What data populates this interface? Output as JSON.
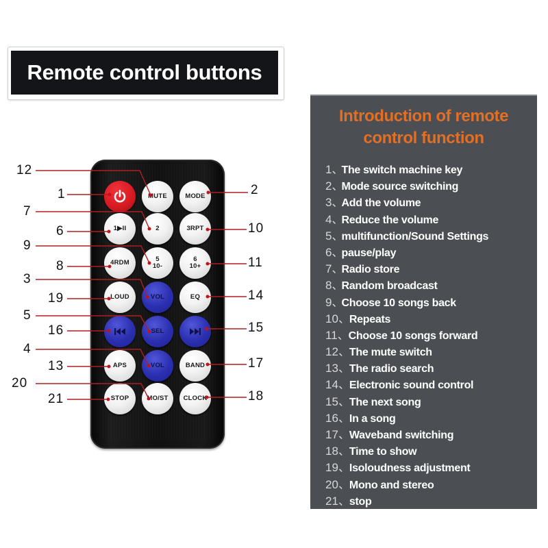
{
  "header": {
    "title": "Remote control buttons"
  },
  "panel": {
    "title_line1": "Introduction of remote",
    "title_line2": "control function",
    "separator": "、",
    "functions": [
      {
        "num": "1",
        "label": "The switch machine key"
      },
      {
        "num": "2",
        "label": "Mode source switching"
      },
      {
        "num": "3",
        "label": "Add the volume"
      },
      {
        "num": "4",
        "label": "Reduce the volume"
      },
      {
        "num": "5",
        "label": "multifunction/Sound Settings"
      },
      {
        "num": "6",
        "label": "pause/play"
      },
      {
        "num": "7",
        "label": "Radio store"
      },
      {
        "num": "8",
        "label": "Random broadcast"
      },
      {
        "num": "9",
        "label": "Choose 10 songs back"
      },
      {
        "num": "10",
        "label": "Repeats"
      },
      {
        "num": "11",
        "label": "Choose 10 songs forward"
      },
      {
        "num": "12",
        "label": "The mute switch"
      },
      {
        "num": "13",
        "label": "The radio search"
      },
      {
        "num": "14",
        "label": "Electronic sound control"
      },
      {
        "num": "15",
        "label": "The next song"
      },
      {
        "num": "16",
        "label": "In a song"
      },
      {
        "num": "17",
        "label": "Waveband switching"
      },
      {
        "num": "18",
        "label": "Time to show"
      },
      {
        "num": "19",
        "label": "Isoloudness adjustment"
      },
      {
        "num": "20",
        "label": "Mono and stereo"
      },
      {
        "num": "21",
        "label": "stop"
      }
    ]
  },
  "remote": {
    "buttons": {
      "power": {
        "icon": "power-icon",
        "callout": "1",
        "color": "#d81b22"
      },
      "mute": {
        "label": "MUTE",
        "callout": "12"
      },
      "mode": {
        "label": "MODE",
        "callout": "2"
      },
      "b1": {
        "label": "1▶II",
        "callout": "6"
      },
      "b2": {
        "label": "2",
        "callout": "7"
      },
      "b3": {
        "label": "3RPT",
        "callout": "10"
      },
      "b4": {
        "label": "4RDM",
        "callout": "8"
      },
      "b5": {
        "label": "5",
        "sub": "10-",
        "callout": "9"
      },
      "b6": {
        "label": "6",
        "sub": "10+",
        "callout": "11"
      },
      "loud": {
        "label": "LOUD",
        "callout": "19"
      },
      "volup": {
        "label": "VOL",
        "callout": "3",
        "color": "#2a2fb0"
      },
      "eq": {
        "label": "EQ",
        "callout": "14"
      },
      "prev": {
        "label": "⏮",
        "icon": "previous-track-icon",
        "callout": "16",
        "color": "#2a2fb0"
      },
      "sel": {
        "label": "SEL",
        "callout": "5",
        "color": "#2a2fb0"
      },
      "next": {
        "label": "⏭",
        "icon": "next-track-icon",
        "callout": "15",
        "color": "#2a2fb0"
      },
      "aps": {
        "label": "APS",
        "callout": "13"
      },
      "voldown": {
        "label": "VOL",
        "callout": "4",
        "color": "#2a2fb0"
      },
      "band": {
        "label": "BAND",
        "callout": "17"
      },
      "stop": {
        "label": "STOP",
        "callout": "21"
      },
      "most": {
        "label": "MO/ST",
        "callout": "20"
      },
      "clock": {
        "label": "CLOCK",
        "callout": "18"
      }
    }
  },
  "callouts_left": [
    "12",
    "1",
    "7",
    "6",
    "9",
    "8",
    "3",
    "19",
    "5",
    "16",
    "4",
    "13",
    "20",
    "21"
  ],
  "callouts_right": [
    "2",
    "10",
    "11",
    "14",
    "15",
    "17",
    "18"
  ],
  "colors": {
    "accent_orange": "#e36f25",
    "panel_bg": "#4b4e52",
    "callout_line": "#b01e24"
  }
}
